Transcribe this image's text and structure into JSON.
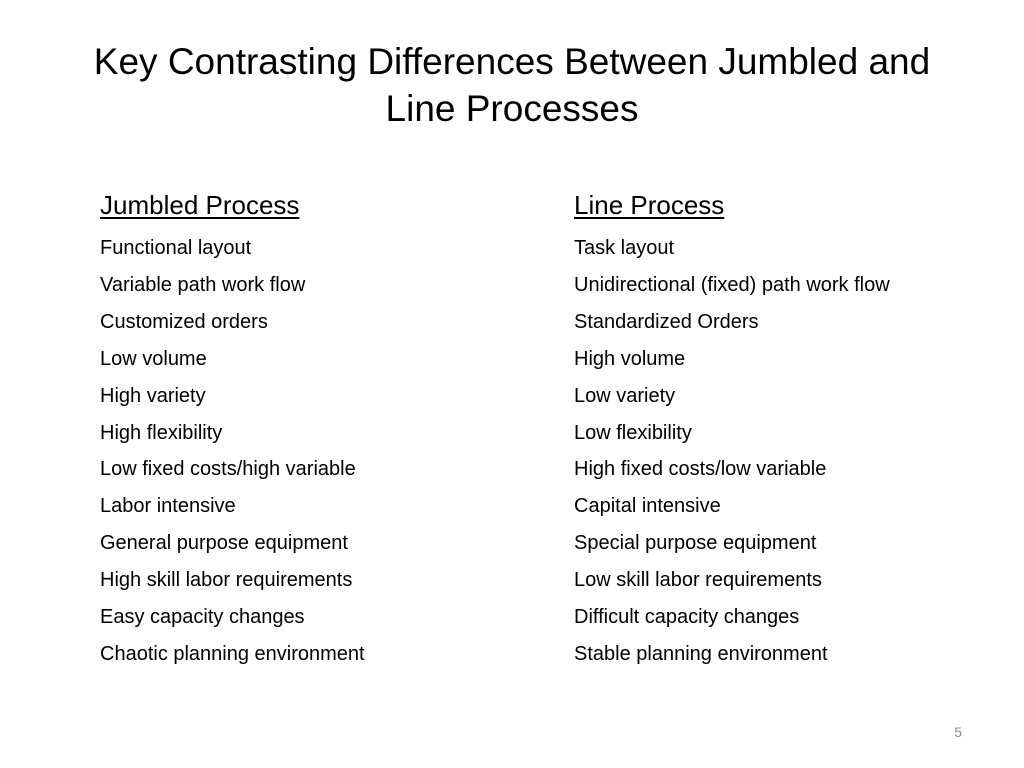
{
  "slide": {
    "title": "Key Contrasting Differences Between Jumbled and Line Processes",
    "page_number": "5"
  },
  "left_column": {
    "header": "Jumbled Process",
    "items": [
      "Functional layout",
      "Variable path work flow",
      "Customized orders",
      "Low volume",
      "High variety",
      "High flexibility",
      "Low fixed costs/high variable",
      "Labor intensive",
      "General purpose equipment",
      "High skill labor requirements",
      "Easy capacity changes",
      "Chaotic planning environment"
    ]
  },
  "right_column": {
    "header": "Line Process",
    "items": [
      "Task layout",
      "Unidirectional (fixed) path work flow",
      "Standardized Orders",
      "High volume",
      "Low variety",
      "Low flexibility",
      "High fixed costs/low variable",
      "Capital intensive",
      "Special purpose equipment",
      "Low skill labor requirements",
      "Difficult capacity changes",
      "Stable planning environment"
    ]
  }
}
